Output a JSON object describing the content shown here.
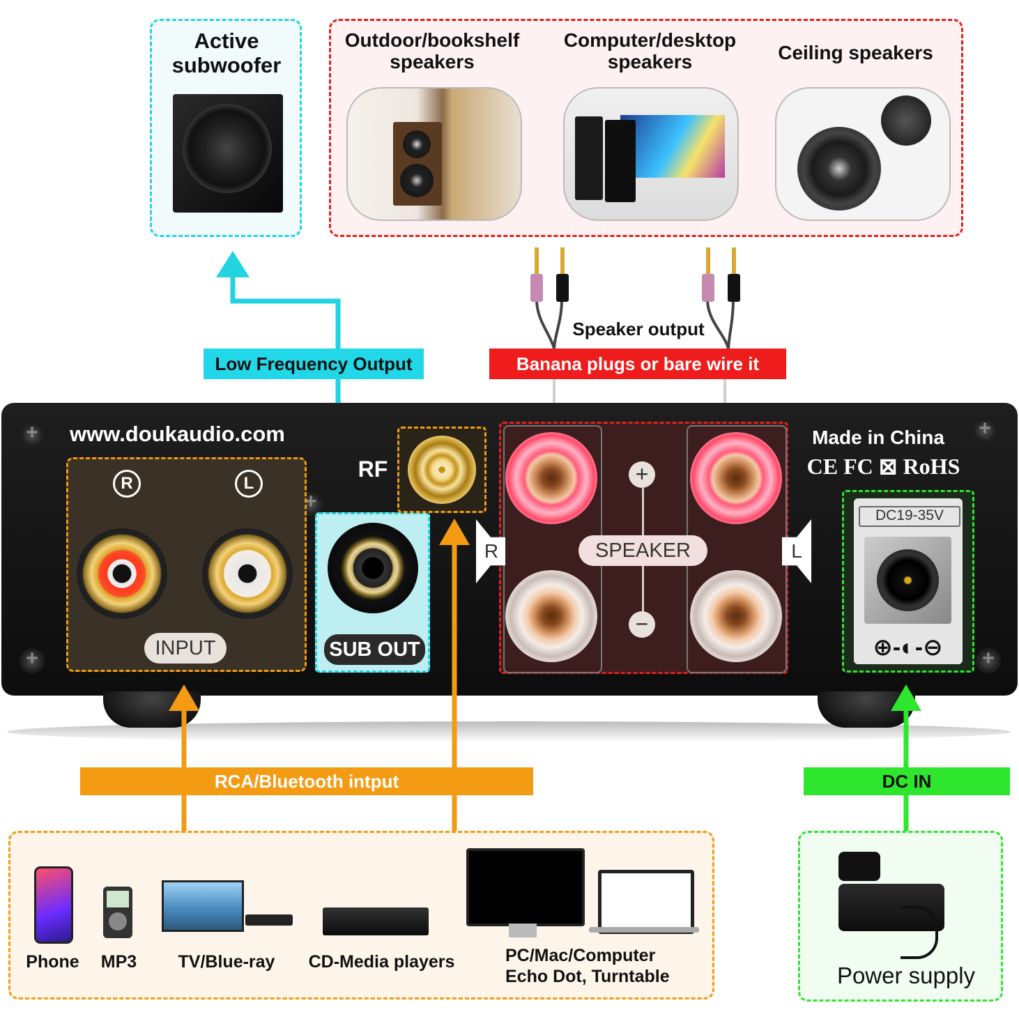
{
  "top": {
    "subwoofer_label": "Active subwoofer",
    "speakers": [
      {
        "label": "Outdoor/bookshelf speakers"
      },
      {
        "label": "Computer/desktop speakers"
      },
      {
        "label": "Ceiling speakers"
      }
    ]
  },
  "banners": {
    "low_frequency": "Low Frequency Output",
    "speaker_output": "Speaker output",
    "banana": "Banana plugs or bare wire it",
    "rca": "RCA/Bluetooth intput",
    "dc_in": "DC IN"
  },
  "panel": {
    "website": "www.doukaudio.com",
    "made_in": "Made in China",
    "certs": "CE FC ⊠ RoHS",
    "input_label": "INPUT",
    "r_label": "R",
    "l_label": "L",
    "rf_label": "RF",
    "sub_out_label": "SUB OUT",
    "speaker_label": "SPEAKER",
    "plus": "+",
    "minus": "−",
    "side_r": "R",
    "side_l": "L",
    "dc_voltage": "DC19-35V",
    "dc_polarity": "⊕-◐-⊖"
  },
  "devices": [
    {
      "label": "Phone"
    },
    {
      "label": "MP3"
    },
    {
      "label": "TV/Blue-ray"
    },
    {
      "label": "CD-Media players"
    },
    {
      "label": "PC/Mac/Computer\nEcho Dot, Turntable"
    }
  ],
  "power_supply": "Power supply",
  "colors": {
    "cyan": "#00d4e6",
    "red": "#e02020",
    "orange": "#f29b13",
    "green": "#2ee62e"
  }
}
